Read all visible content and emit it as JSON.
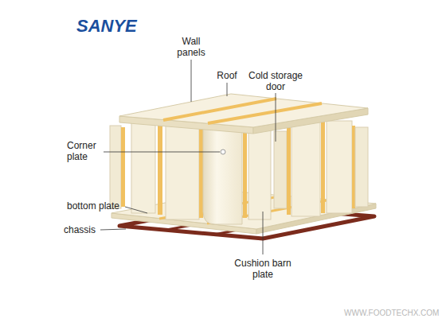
{
  "diagram": {
    "labels": [
      "SANYE",
      "Wall panels",
      "Roof",
      "Cold storage door",
      "Corner plate",
      "bottom plate",
      "chassis",
      "Cushion barn plate",
      "WWW.FOODTECHX.COM"
    ]
  }
}
